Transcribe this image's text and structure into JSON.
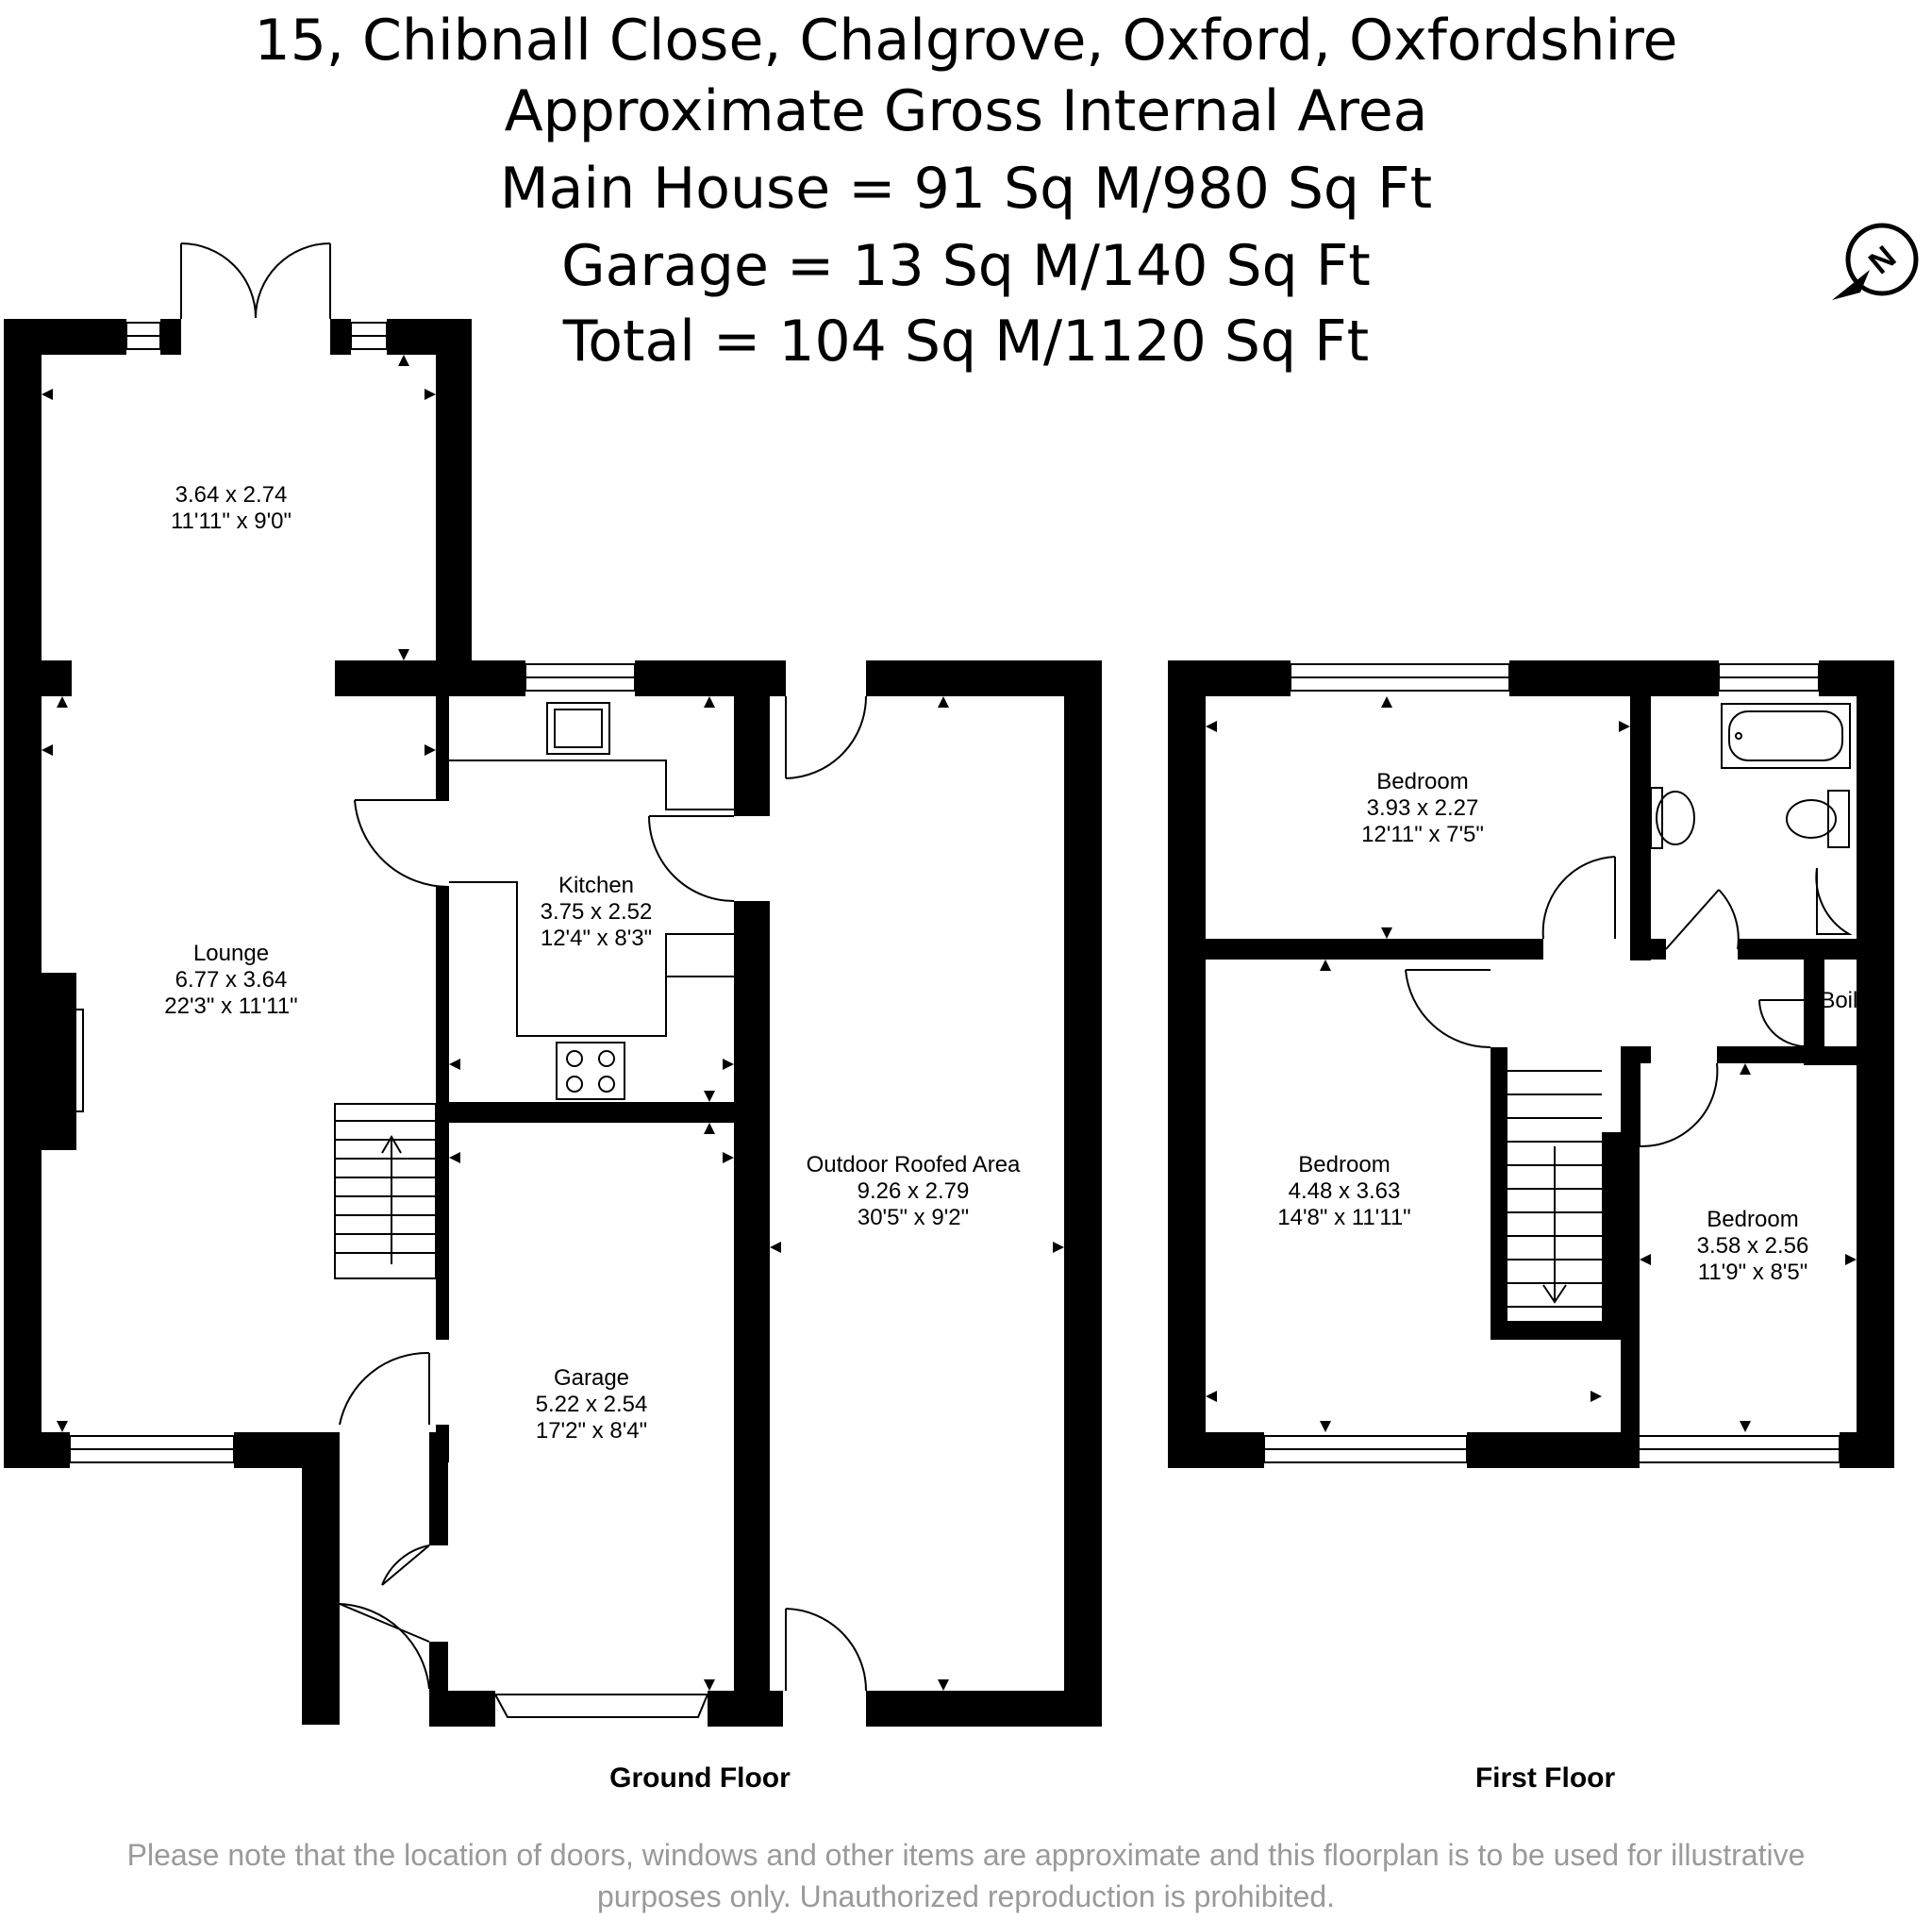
{
  "header": {
    "address": "15, Chibnall Close, Chalgrove, Oxford, Oxfordshire",
    "subtitle": "Approximate Gross Internal Area",
    "main_house": "Main House = 91 Sq M/980 Sq Ft",
    "garage": "Garage = 13 Sq M/140 Sq Ft",
    "total": "Total = 104 Sq M/1120 Sq Ft"
  },
  "compass": {
    "label": "N",
    "icon": "north-compass-icon"
  },
  "floors": {
    "ground": {
      "label": "Ground Floor",
      "rooms": {
        "conservatory": {
          "name": "",
          "metric": "3.64 x 2.74",
          "imperial": "11'11\" x 9'0\""
        },
        "lounge": {
          "name": "Lounge",
          "metric": "6.77 x 3.64",
          "imperial": "22'3\" x 11'11\""
        },
        "kitchen": {
          "name": "Kitchen",
          "metric": "3.75 x 2.52",
          "imperial": "12'4\" x 8'3\""
        },
        "garage": {
          "name": "Garage",
          "metric": "5.22 x 2.54",
          "imperial": "17'2\" x 8'4\""
        },
        "outdoor": {
          "name": "Outdoor Roofed Area",
          "metric": "9.26 x 2.79",
          "imperial": "30'5\" x 9'2\""
        }
      }
    },
    "first": {
      "label": "First Floor",
      "rooms": {
        "bedroom_front": {
          "name": "Bedroom",
          "metric": "3.93 x 2.27",
          "imperial": "12'11\" x 7'5\""
        },
        "bedroom_main": {
          "name": "Bedroom",
          "metric": "4.48 x 3.63",
          "imperial": "14'8\" x 11'11\""
        },
        "bedroom_small": {
          "name": "Bedroom",
          "metric": "3.58 x 2.56",
          "imperial": "11'9\" x 8'5\""
        },
        "boiler": {
          "name": "Boiler"
        }
      }
    }
  },
  "notice": {
    "line1": "Please note that the location of doors, windows and other items are approximate and this floorplan is to be used for illustrative",
    "line2": "purposes only. Unauthorized reproduction is prohibited."
  },
  "colors": {
    "wall": "#000000",
    "text": "#000000",
    "notice": "#9a9a9a"
  }
}
